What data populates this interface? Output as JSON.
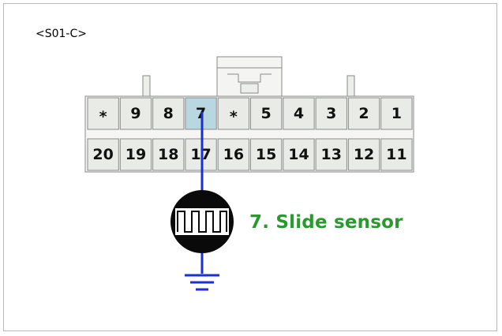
{
  "connector": {
    "id_label": "<S01-C>",
    "top_row": [
      "*",
      "9",
      "8",
      "7",
      "*",
      "5",
      "4",
      "3",
      "2",
      "1"
    ],
    "bottom_row": [
      "20",
      "19",
      "18",
      "17",
      "16",
      "15",
      "14",
      "13",
      "12",
      "11"
    ],
    "highlighted_pin": "7"
  },
  "sensor": {
    "label": "7. Slide sensor",
    "icon": "square-wave-sensor-icon",
    "ground_icon": "ground-symbol-icon"
  },
  "colors": {
    "wire": "#1a2fd6",
    "label": "#2a9a2e",
    "highlight": "#b9d7e0",
    "cell": "#e9ebe6"
  }
}
